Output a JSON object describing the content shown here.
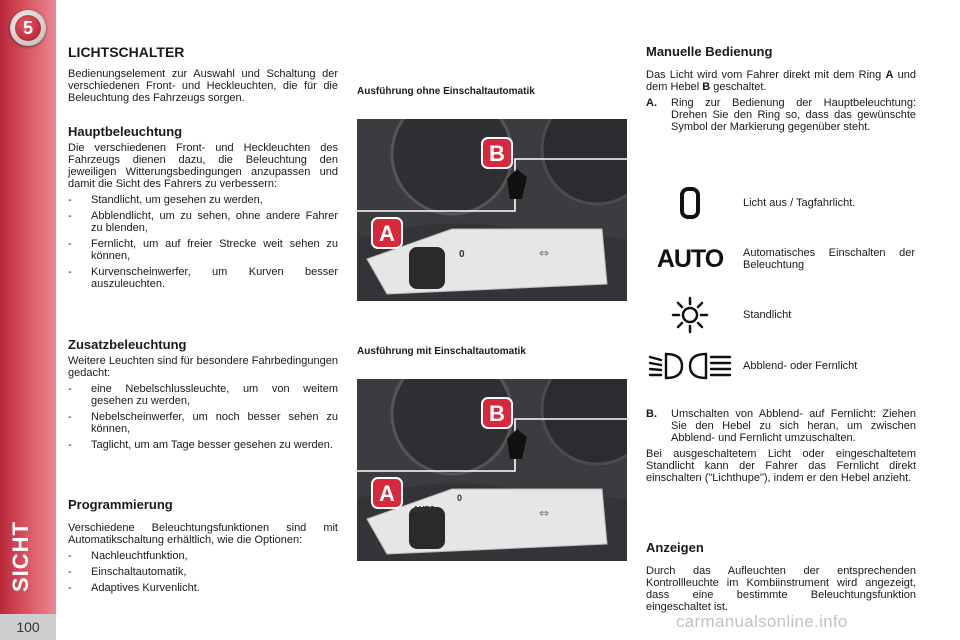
{
  "sidebar": {
    "chapter_number": "5",
    "section_title": "SICHT",
    "page_number": "100"
  },
  "left": {
    "title": "LICHTSCHALTER",
    "intro": "Bedienungselement zur Auswahl und Schaltung der verschiedenen Front- und Heckleuchten, die für die Beleuchtung des Fahrzeugs sorgen.",
    "main_lighting": {
      "heading": "Hauptbeleuchtung",
      "text": "Die verschiedenen Front- und Heckleuchten des Fahrzeugs dienen dazu, die Beleuchtung den jeweiligen Witterungsbedingungen anzupassen und damit die Sicht des Fahrers zu verbessern:",
      "items": [
        "Standlicht, um gesehen zu werden,",
        "Abblendlicht, um zu sehen, ohne andere Fahrer zu blenden,",
        "Fernlicht, um auf freier Strecke weit sehen zu können,",
        "Kurvenscheinwerfer, um Kurven besser auszuleuchten."
      ]
    },
    "additional_lighting": {
      "heading": "Zusatzbeleuchtung",
      "text": "Weitere Leuchten sind für besondere Fahrbedingungen gedacht:",
      "items": [
        "eine Nebelschlussleuchte, um von weitem gesehen zu werden,",
        "Nebelscheinwerfer, um noch besser sehen zu können,",
        "Taglicht, um am Tage besser gesehen zu werden."
      ]
    },
    "programming": {
      "heading": "Programmierung",
      "text": "Verschiedene Beleuchtungsfunktionen sind mit Automatikschaltung erhältlich, wie die Optionen:",
      "items": [
        "Nachleuchtfunktion,",
        "Einschaltautomatik,",
        "Adaptives Kurvenlicht."
      ]
    }
  },
  "middle": {
    "figure1": {
      "caption": "Ausführung ohne Einschaltautomatik",
      "label_a": "A",
      "label_b": "B",
      "ring_symbol": "0"
    },
    "figure2": {
      "caption": "Ausführung mit Einschaltautomatik",
      "label_a": "A",
      "label_b": "B",
      "ring_symbol": "0",
      "ring_auto": "AUTO"
    }
  },
  "right": {
    "manual": {
      "heading": "Manuelle Bedienung",
      "intro_before_a": "Das Licht wird vom Fahrer direkt mit dem Ring ",
      "ring_key": "A",
      "intro_between": " und dem Hebel ",
      "lever_key": "B",
      "intro_after": " geschaltet.",
      "item_a_key": "A.",
      "item_a_text": "Ring zur Bedienung der Hauptbeleuchtung: Drehen Sie den Ring so, dass das gewünschte Symbol der Markierung gegenüber steht.",
      "legend": [
        {
          "icon": "zero-symbol-icon",
          "symbol": "0",
          "label": "Licht aus / Tagfahrlicht."
        },
        {
          "icon": "auto-symbol-icon",
          "symbol": "AUTO",
          "label": "Automatisches Einschalten der Beleuchtung"
        },
        {
          "icon": "parking-light-icon",
          "label": "Standlicht"
        },
        {
          "icon": "headlight-icon",
          "label": "Abblend- oder Fernlicht"
        }
      ],
      "item_b_key": "B.",
      "item_b_text": "Umschalten von Abblend- auf Fernlicht: Ziehen Sie den Hebel zu sich heran, um zwischen Abblend- und Fernlicht umzuschalten.",
      "flash_text": "Bei ausgeschaltetem Licht oder eingeschaltetem Standlicht kann der Fahrer das Fernlicht direkt einschalten (\"Lichthupe\"), indem er den Hebel anzieht."
    },
    "indicators": {
      "heading": "Anzeigen",
      "text": "Durch das Aufleuchten der entsprechenden Kontrollleuchte im Kombiinstrument wird angezeigt, dass eine bestimmte Beleuchtungsfunktion eingeschaltet ist."
    }
  },
  "footer": {
    "watermark": "carmanualsonline.info"
  },
  "colors": {
    "sidebar_red": "#c33444",
    "badge_red": "#b3202f",
    "figure_dark": "#2a2a2c",
    "label_red": "#d8283c"
  }
}
